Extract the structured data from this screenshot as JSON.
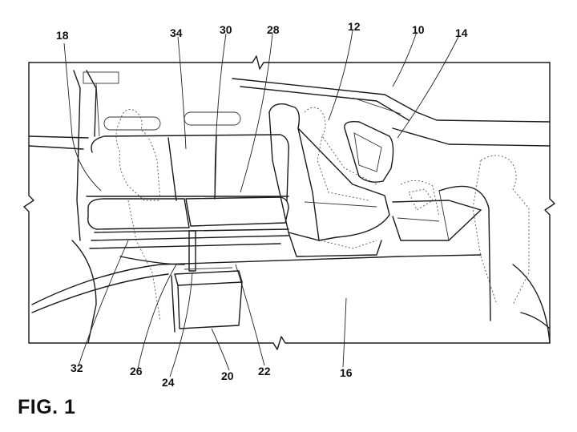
{
  "figure": {
    "caption": "FIG. 1",
    "reference_numerals": {
      "r18": "18",
      "r34": "34",
      "r30": "30",
      "r28": "28",
      "r12": "12",
      "r10": "10",
      "r14": "14",
      "r32": "32",
      "r26": "26",
      "r24": "24",
      "r20": "20",
      "r22": "22",
      "r16": "16"
    }
  }
}
